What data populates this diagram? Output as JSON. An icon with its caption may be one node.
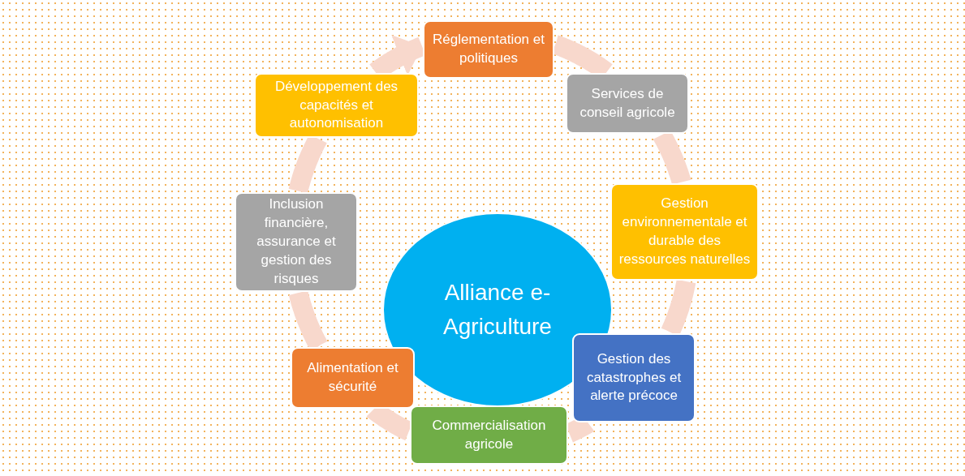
{
  "diagram": {
    "nodes": [
      {
        "text": [
          "Réglementation et politiques"
        ]
      },
      {
        "text": [
          "Développement des capacités et autonomisation"
        ]
      },
      {
        "text": [
          "Services de conseil agricole"
        ]
      },
      {
        "text": [
          "Gestion environnementale et durable des ressources naturelles"
        ]
      },
      {
        "text": [
          "Inclusion financière, assurance et gestion des risques"
        ]
      },
      {
        "text": [
          "Alliance e-Agriculture"
        ]
      },
      {
        "text": [
          "Alimentation et sécurité"
        ]
      },
      {
        "text": [
          "Gestion des catastrophes et alerte précoce"
        ]
      },
      {
        "text": [
          "Commercialisation agricole"
        ]
      }
    ],
    "edges": [
      {
        "from": 0,
        "to": 2,
        "arrow": "none"
      },
      {
        "from": 2,
        "to": 3,
        "arrow": "none"
      },
      {
        "from": 3,
        "to": 7,
        "arrow": "none"
      },
      {
        "from": 7,
        "to": 8,
        "arrow": "none"
      },
      {
        "from": 8,
        "to": 6,
        "arrow": "none"
      },
      {
        "from": 6,
        "to": 4,
        "arrow": "none"
      },
      {
        "from": 4,
        "to": 1,
        "arrow": "none"
      },
      {
        "from": 1,
        "to": 0,
        "arrow": "to"
      }
    ]
  }
}
